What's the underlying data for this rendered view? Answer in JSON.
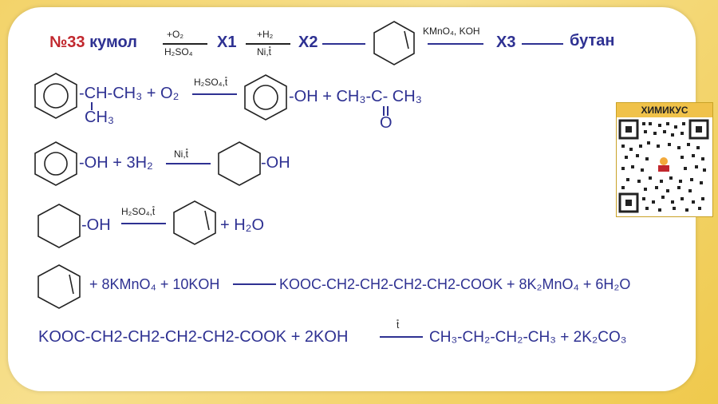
{
  "title": {
    "number": "№33",
    "name": "кумол"
  },
  "scheme": {
    "step1_top": "+O₂",
    "step1_bottom": "H₂SO₄",
    "x1": "X1",
    "step2_top": "+H₂",
    "step2_bottom": "Ni,t̊",
    "x2": "X2",
    "step4_top": "KMnO₄, KOH",
    "x3": "X3",
    "product": "бутан"
  },
  "r1": {
    "left": "-CH-CH₃ + O₂",
    "branch": "CH₃",
    "cond": "H₂SO₄,t̊",
    "right": "-OH + CH₃-C- CH₃",
    "ketone_o": "O"
  },
  "r2": {
    "left": "-OH + 3H₂",
    "cond": "Ni,t̊",
    "right": "-OH"
  },
  "r3": {
    "left": "-OH",
    "cond": "H₂SO₄,t̊",
    "right": "+ H₂O"
  },
  "r4": {
    "left": "+ 8KMnO₄ + 10KOH",
    "right": "KOOC-CH2-CH2-CH2-CH2-COOK + 8K₂MnO₄ + 6H₂O"
  },
  "r5": {
    "left": "KOOC-CH2-CH2-CH2-CH2-COOK + 2KOH",
    "cond": "t̊",
    "right": "CH₃-CH₂-CH₂-CH₃ + 2K₂CO₃"
  },
  "qr": {
    "header": "ХИМИКУС"
  },
  "colors": {
    "title_red": "#c1272d",
    "text_blue": "#2e3192",
    "frame": "#f3d36a"
  }
}
